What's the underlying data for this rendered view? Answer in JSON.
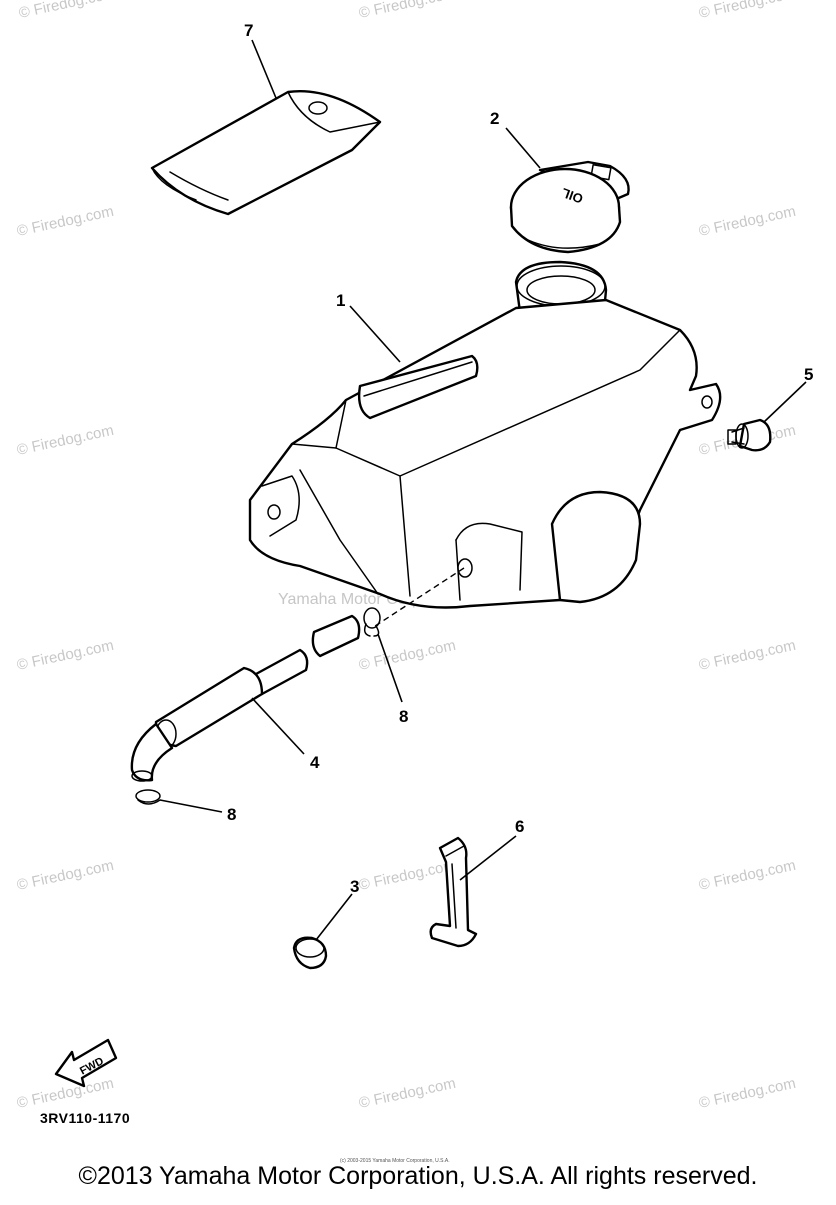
{
  "watermark": {
    "text": "© Firedog.com",
    "center_text": "Yamaha Motor Corp., U.S.A."
  },
  "callouts": {
    "part1": "1",
    "part2": "2",
    "part3": "3",
    "part4": "4",
    "part5": "5",
    "part6": "6",
    "part7": "7",
    "part8a": "8",
    "part8b": "8"
  },
  "cap_label": "OIL",
  "fwd_label": "FWD",
  "diagram_code": "3RV110-1170",
  "footer": {
    "copyright": "©2013 Yamaha Motor Corporation, U.S.A. All rights reserved.",
    "small_print": "(c) 2003-2015 Yamaha Motor Corporation, U.S.A."
  }
}
